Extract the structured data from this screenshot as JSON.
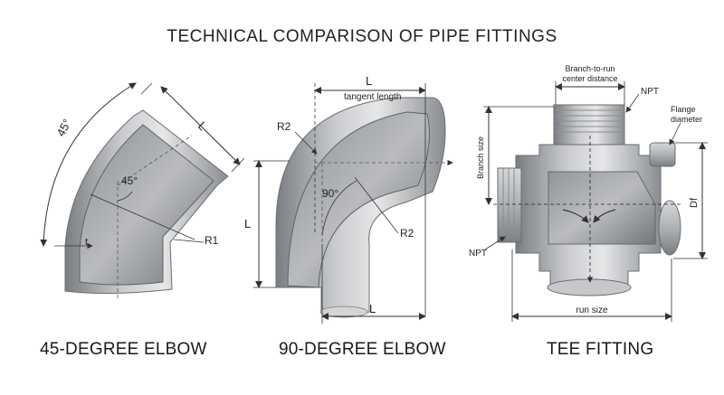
{
  "title": "TECHNICAL COMPARISON OF PIPE FITTINGS",
  "elbow45": {
    "caption": "45-DEGREE ELBOW",
    "angle_outer": "45°",
    "angle_inner": "45°",
    "length": "L",
    "thickness": "t",
    "radius": "R1"
  },
  "elbow90": {
    "caption": "90-DEGREE ELBOW",
    "length_top": "L",
    "tangent": "tangent length",
    "radius_outer": "R2",
    "angle": "90°",
    "radius_inner": "R2",
    "length_side": "L",
    "length_bottom": "L"
  },
  "tee": {
    "caption": "TEE FITTING",
    "branch_to_run_1": "Branch-to-run",
    "branch_to_run_2": "center distance",
    "npt_top": "NPT",
    "flange_1": "Flange",
    "flange_2": "diameter",
    "branch_size": "Branch size",
    "df": "Df",
    "npt_left": "NPT",
    "run_size": "run size"
  },
  "colors": {
    "steel_dark": "#6e7175",
    "steel_mid": "#a3a6aa",
    "steel_light": "#d9dbdd",
    "line": "#333333"
  }
}
